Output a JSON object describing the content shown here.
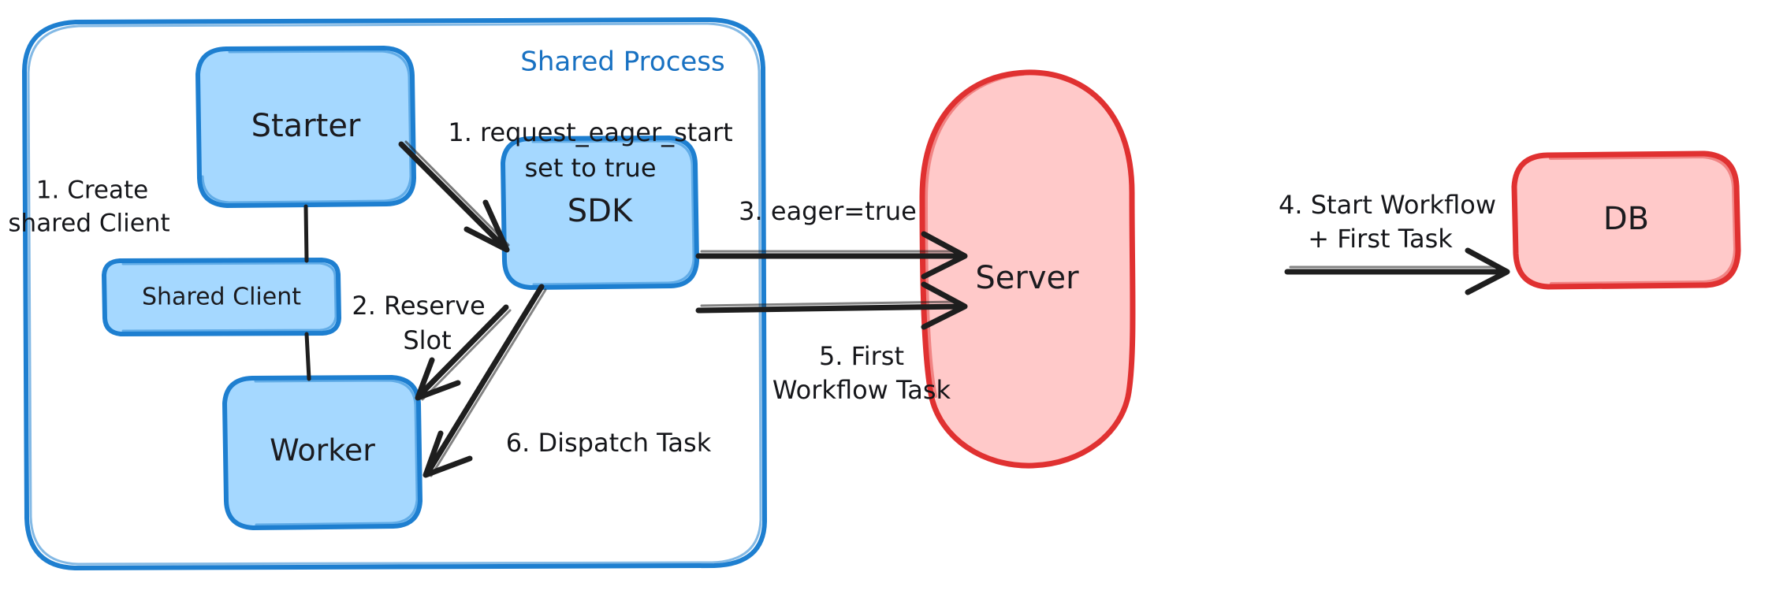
{
  "diagram": {
    "title": "Eager Workflow Start — Shared Process flow",
    "background": "#ffffff",
    "colors": {
      "blue_stroke": "#1e7fd0",
      "blue_fill": "#a5d8ff",
      "red_stroke": "#e03131",
      "red_fill": "#ffc9c9",
      "text": "#1e1e1e",
      "group_label": "#1871c2"
    },
    "groups": [
      {
        "id": "shared-process",
        "label": "Shared Process",
        "stroke": "#1e7fd0",
        "fill": "none"
      }
    ],
    "nodes": [
      {
        "id": "starter",
        "label": "Starter",
        "shape": "rounded-rect",
        "stroke": "#1e7fd0",
        "fill": "#a5d8ff"
      },
      {
        "id": "shared-client",
        "label": "Shared Client",
        "shape": "rounded-rect",
        "stroke": "#1e7fd0",
        "fill": "#a5d8ff"
      },
      {
        "id": "worker",
        "label": "Worker",
        "shape": "rounded-rect",
        "stroke": "#1e7fd0",
        "fill": "#a5d8ff"
      },
      {
        "id": "sdk",
        "label": "SDK",
        "shape": "rounded-rect",
        "stroke": "#1e7fd0",
        "fill": "#a5d8ff"
      },
      {
        "id": "server",
        "label": "Server",
        "shape": "ellipse",
        "stroke": "#e03131",
        "fill": "#ffc9c9"
      },
      {
        "id": "db",
        "label": "DB",
        "shape": "rounded-rect",
        "stroke": "#e03131",
        "fill": "#ffc9c9"
      }
    ],
    "edges": [
      {
        "id": "edge-create-shared-client",
        "from": "starter",
        "to": "worker",
        "arrow": false,
        "label_lines": [
          "1. Create",
          "shared Client"
        ]
      },
      {
        "id": "edge-request-eager-start",
        "from": "starter",
        "to": "sdk",
        "arrow": true,
        "label_lines": [
          "1. request_eager_start",
          "set to true"
        ]
      },
      {
        "id": "edge-reserve-slot",
        "from": "sdk",
        "to": "worker",
        "arrow": true,
        "label_lines": [
          "2. Reserve",
          "Slot"
        ]
      },
      {
        "id": "edge-eager-true",
        "from": "sdk",
        "to": "server",
        "arrow": true,
        "label_lines": [
          "3. eager=true"
        ]
      },
      {
        "id": "edge-start-workflow",
        "from": "server",
        "to": "db",
        "arrow": true,
        "label_lines": [
          "4. Start Workflow",
          "+ First Task"
        ]
      },
      {
        "id": "edge-first-workflow-task",
        "from": "sdk",
        "to": "server",
        "arrow": true,
        "label_lines": [
          "5. First",
          "Workflow Task"
        ]
      },
      {
        "id": "edge-dispatch-task",
        "from": "sdk",
        "to": "worker",
        "arrow": true,
        "label_lines": [
          "6. Dispatch Task"
        ]
      }
    ]
  }
}
